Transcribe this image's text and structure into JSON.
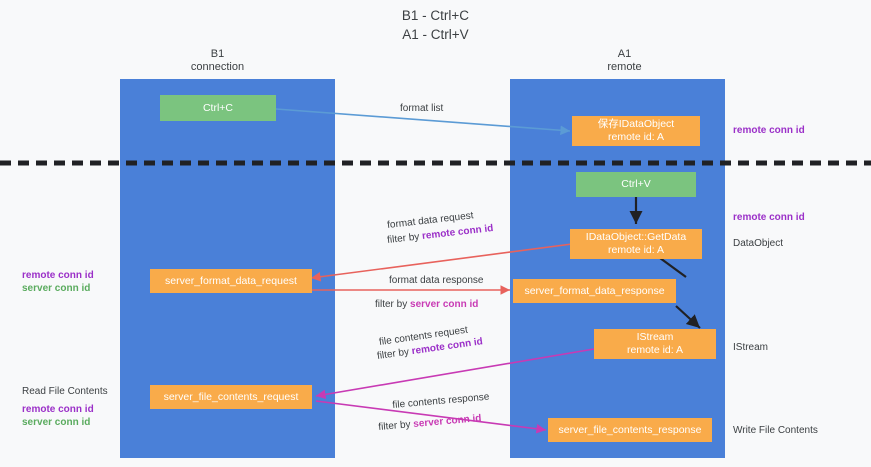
{
  "title": {
    "line1": "B1 - Ctrl+C",
    "line2": "A1 - Ctrl+V"
  },
  "colors": {
    "lane": "#4a80d8",
    "green_box": "#7bc47f",
    "orange_box": "#f9ab4a",
    "purple_text": "#9b30c8",
    "green_text": "#5aab5e",
    "magenta_text": "#c83ab4",
    "blue_arrow": "#5b9bd5",
    "red_arrow": "#e8625c",
    "dark_arrow": "#202124",
    "divider": "#202124",
    "background": "#f8f9fa"
  },
  "lanes": [
    {
      "id": "b1",
      "title": "B1",
      "subtitle": "connection"
    },
    {
      "id": "a1",
      "title": "A1",
      "subtitle": "remote"
    }
  ],
  "boxes": [
    {
      "id": "ctrl-c",
      "type": "green",
      "line1": "Ctrl+C",
      "line2": ""
    },
    {
      "id": "save-idataobject",
      "type": "orange",
      "line1": "保存IDataObject",
      "line2": "remote id: A"
    },
    {
      "id": "ctrl-v",
      "type": "green",
      "line1": "Ctrl+V",
      "line2": ""
    },
    {
      "id": "idataobject-getdata",
      "type": "orange",
      "line1": "IDataObject::GetData",
      "line2": "remote id: A"
    },
    {
      "id": "server-format-data-request",
      "type": "orange",
      "line1": "server_format_data_request",
      "line2": ""
    },
    {
      "id": "server-format-data-response",
      "type": "orange",
      "line1": "server_format_data_response",
      "line2": ""
    },
    {
      "id": "istream",
      "type": "orange",
      "line1": "IStream",
      "line2": "remote id: A"
    },
    {
      "id": "server-file-contents-request",
      "type": "orange",
      "line1": "server_file_contents_request",
      "line2": ""
    },
    {
      "id": "server-file-contents-response",
      "type": "orange",
      "line1": "server_file_contents_response",
      "line2": ""
    }
  ],
  "edge_labels": {
    "format_list": "format list",
    "format_data_request": "format data request",
    "format_data_request_filter_prefix": "filter by ",
    "format_data_request_filter_key": "remote conn id",
    "format_data_response": "format data response",
    "format_data_response_filter_prefix": "filter by ",
    "format_data_response_filter_key": "server conn id",
    "file_contents_request": "file contents request",
    "file_contents_request_filter_prefix": "filter by ",
    "file_contents_request_filter_key": "remote conn id",
    "file_contents_response": "file contents response",
    "file_contents_response_filter_prefix": "filter by ",
    "file_contents_response_filter_key": "server conn id"
  },
  "annotations": {
    "right_remote_conn_id_top": "remote conn id",
    "right_remote_conn_id_mid": "remote conn id",
    "right_dataobject": "DataObject",
    "right_istream": "IStream",
    "right_write_file_contents": "Write File Contents",
    "left_remote_conn_id": "remote conn id",
    "left_server_conn_id": "server conn id",
    "left_read_file_contents": "Read File Contents",
    "left_remote_conn_id_2": "remote conn id",
    "left_server_conn_id_2": "server conn id"
  }
}
